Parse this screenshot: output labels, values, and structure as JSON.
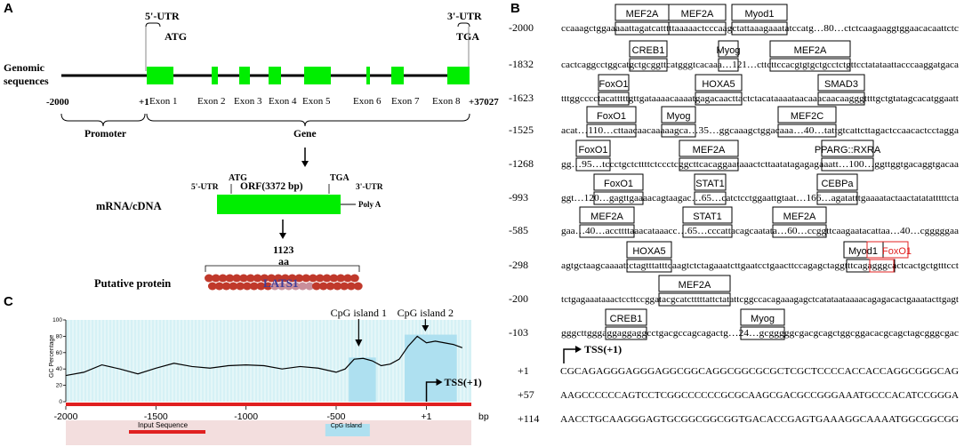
{
  "panels": {
    "a": "A",
    "b": "B",
    "c": "C"
  },
  "panel_a": {
    "utr5": "5'-UTR",
    "utr3": "3'-UTR",
    "atg": "ATG",
    "tga": "TGA",
    "genomic_label_line1": "Genomic",
    "genomic_label_line2": "sequences",
    "coord_start": "-2000",
    "coord_tss": "+1",
    "coord_end": "+37027",
    "exons": [
      "Exon 1",
      "Exon 2",
      "Exon 3",
      "Exon 4",
      "Exon 5",
      "Exon 6",
      "Exon 7",
      "Exon 8"
    ],
    "promoter": "Promoter",
    "gene": "Gene",
    "mrna_label": "mRNA/cDNA",
    "orf_label": "ORF(3372 bp)",
    "m_atg": "ATG",
    "m_tga": "TGA",
    "m_utr5": "5'-UTR",
    "m_utr3": "3'-UTR",
    "poly_a": "Poly A",
    "protein_label": "Putative protein",
    "protein_len_num": "1123",
    "protein_len_unit": "aa",
    "protein_name": "LATS1",
    "colors": {
      "exon": "#00ee00",
      "backbone": "#000000",
      "bead": "#c0392b"
    }
  },
  "panel_b": {
    "rows": [
      {
        "pos": "-2000",
        "seq": "ccaaagctggaaaaattagatcatttttaaaaactcccaagctattaaagaaatatccatg…80…ctctcaagaaggtggaacacaattctc",
        "tfs": [
          "MEF2A",
          "MEF2A",
          "Myod1"
        ]
      },
      {
        "pos": "-1832",
        "seq": "cactcaggcctggcatgctgcggttcatgggtcacaaa…121…cttcttccacgtgtgctgcctctgttcctatataattacccaaggatgaca",
        "tfs": [
          "CREB1",
          "Myog",
          "MEF2A"
        ]
      },
      {
        "pos": "-1623",
        "seq": "tttggcccctacatttttgttgataaaacaaaatgagacaacttactctacataaaataacaaacaacaagggttttgctgtatagcacatggaatt",
        "tfs": [
          "FoxO1",
          "HOXA5",
          "SMAD3"
        ]
      },
      {
        "pos": "-1525",
        "seq": "acat…110…cttaacaacaaaaagca…35…ggcaaagctggacaaa…40…tattgtcattcttagactccaacactcctagga",
        "tfs": [
          "FoxO1",
          "Myog",
          "MEF2C"
        ]
      },
      {
        "pos": "-1268",
        "seq": "gg…95…tccctgctcttttctccctcggcttcacaggaataaactcttaatatagagagaaatt…100…ggttggtgacaggtgacaa",
        "tfs": [
          "FoxO1",
          "MEF2A",
          "PPARG::RXRA"
        ]
      },
      {
        "pos": "-993",
        "seq": "ggt…120…gagttgaaaacagtaagac…65…catctcctggaattgtaat…166…agatatttgaaaatactaactatatatttttcta",
        "tfs": [
          "FoxO1",
          "STAT1",
          "CEBPa"
        ]
      },
      {
        "pos": "-585",
        "seq": "gaa…40…accttttaaacataaacc…65…cccattacagcaatata…60…ccggttcaagaatacattaa…40…cgggggaa",
        "tfs": [
          "MEF2A",
          "STAT1",
          "MEF2A"
        ]
      },
      {
        "pos": "-298",
        "seq": "agtgctaagcaaaattctagtttatttcaagtctctagaaatcttgaatcctgaacttccagagctaggtttcagagggcactcactgctgtttcct",
        "tfs": [
          "HOXA5",
          "Myod1",
          "FoxO1"
        ]
      },
      {
        "pos": "-200",
        "seq": "tctgagaaataaactccttccggatacgcatctttttattctatattcggccacagaaagagctcatataataaaacagagacactgaaatacttgagt",
        "tfs": [
          "MEF2A"
        ]
      },
      {
        "pos": "-103",
        "seq": "gggcttgggaggaggaggcctgacgccagcagactg…24…gcgggggcgacgcagctggcggacacgcagctagcgggcgac",
        "tfs": [
          "CREB1",
          "Myog"
        ]
      }
    ],
    "tss_label": "TSS(+1)",
    "mrna_rows": [
      {
        "pos": "+1",
        "seq": "CGCAGAGGGAGGGAGGCGGCAGGCGGCGCGCTCGCTCCCCACCACCAGGCGGGCAG"
      },
      {
        "pos": "+57",
        "seq": "AAGCCCCCCAGTCCTCGGCCCCCCGCGCAAGCGACGCCGGGAAATGCCCACATCCGGGA"
      },
      {
        "pos": "+114",
        "seq": "AACCTGCAAGGGAGTGCGGCGGCGGTGACACCGAGTGAAAGGCAAAATGGCGGCGG"
      }
    ],
    "highlight_color": "#e02020"
  },
  "panel_c": {
    "ylabel": "GC Percentage",
    "yticks": [
      "100",
      "80",
      "60",
      "40",
      "20",
      "0"
    ],
    "xticks": [
      "-2000",
      "-1500",
      "-1000",
      "-500",
      "+1"
    ],
    "xunit": "bp",
    "cpg1": "CpG island 1",
    "cpg2": "CpG island 2",
    "tss": "TSS(+1)",
    "input_sequence": "Input Sequence",
    "cpg_island_legend": "CpG Island",
    "colors": {
      "plot_bg": "#d6f1f5",
      "island": "#aee0f0",
      "axis_bar": "#e02020",
      "track": "#f3dede",
      "cpg_legend": "#aee0f0",
      "line": "#000000"
    }
  },
  "chart_data": {
    "type": "line",
    "title": "",
    "xlabel": "bp",
    "ylabel": "GC Percentage",
    "xlim": [
      -2000,
      250
    ],
    "ylim": [
      0,
      100
    ],
    "x": [
      -2000,
      -1900,
      -1800,
      -1700,
      -1600,
      -1500,
      -1400,
      -1300,
      -1200,
      -1100,
      -1000,
      -900,
      -800,
      -700,
      -600,
      -500,
      -450,
      -400,
      -350,
      -300,
      -250,
      -200,
      -150,
      -100,
      -50,
      1,
      50,
      100,
      150,
      200
    ],
    "series": [
      {
        "values": [
          32,
          36,
          45,
          40,
          34,
          41,
          47,
          43,
          41,
          44,
          45,
          44,
          40,
          43,
          41,
          36,
          40,
          52,
          53,
          50,
          44,
          46,
          52,
          68,
          80,
          72,
          74,
          72,
          70,
          66
        ]
      }
    ],
    "regions": [
      {
        "name": "CpG island 1",
        "start": -430,
        "end": -280
      },
      {
        "name": "CpG island 2",
        "start": -120,
        "end": 170
      }
    ]
  }
}
